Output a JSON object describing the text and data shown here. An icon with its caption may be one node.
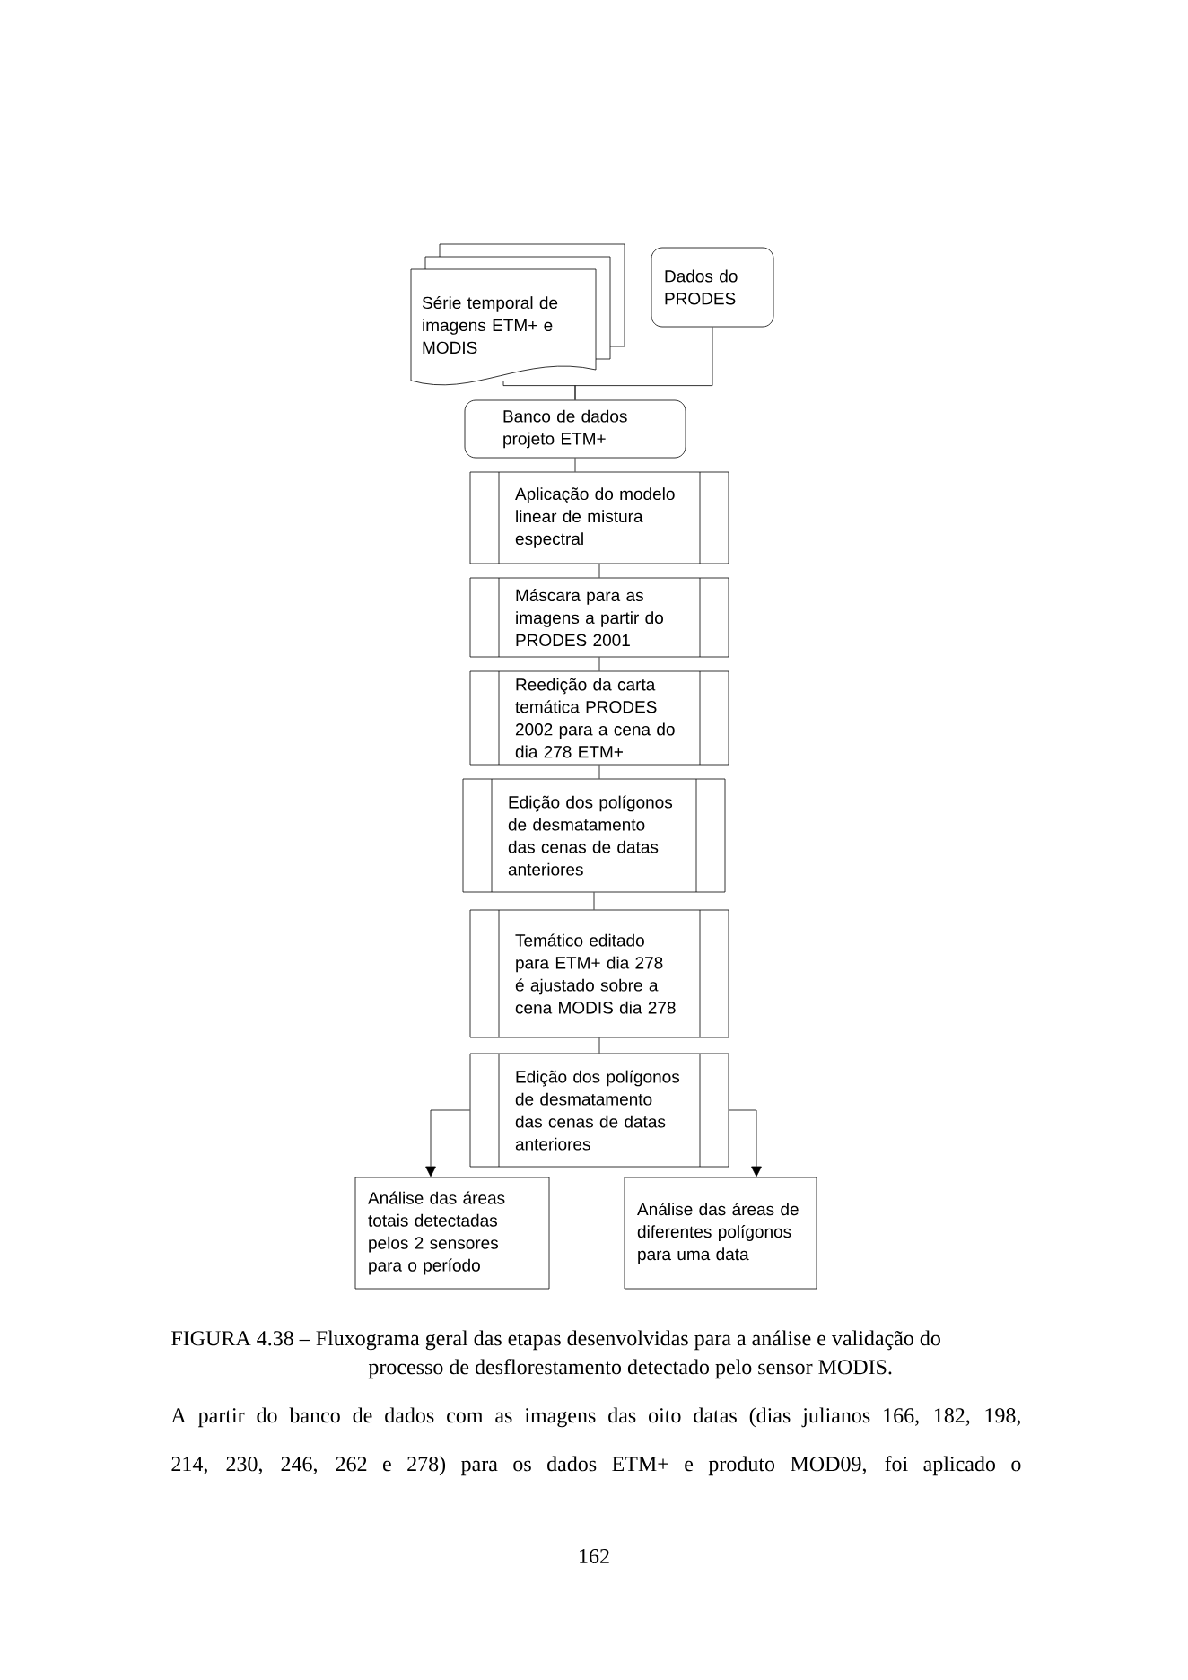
{
  "diagram": {
    "caption": "FIGURA 4.38 – Fluxograma geral das etapas desenvolvidas para a análise e validação do processo de desflorestamento detectado pelo sensor MODIS.",
    "nodes": [
      {
        "text": [
          "Série temporal de imagens ETM+ e MODIS"
        ]
      },
      {
        "text": [
          "Dados do PRODES"
        ]
      },
      {
        "text": [
          "Banco de dados projeto ETM+"
        ]
      },
      {
        "text": [
          "Aplicação do modelo linear de mistura espectral"
        ]
      },
      {
        "text": [
          "Máscara para as imagens a partir do PRODES 2001"
        ]
      },
      {
        "text": [
          "Reedição da carta temática PRODES 2002 para a cena do dia 278 ETM+"
        ]
      },
      {
        "text": [
          "Edição dos polígonos de desmatamento das cenas de datas anteriores"
        ]
      },
      {
        "text": [
          "Temático editado para ETM+ dia 278 é ajustado sobre a cena MODIS dia 278"
        ]
      },
      {
        "text": [
          "Edição dos polígonos de desmatamento das cenas de datas anteriores"
        ]
      },
      {
        "text": [
          "Análise das áreas totais detectadas pelos 2 sensores para o período"
        ]
      },
      {
        "text": [
          "Análise das áreas de diferentes polígonos para uma data"
        ]
      }
    ],
    "edges": [
      {
        "from": 0,
        "to": 2,
        "arrow": "none"
      },
      {
        "from": 1,
        "to": 2,
        "arrow": "none"
      },
      {
        "from": 2,
        "to": 3,
        "arrow": "none"
      },
      {
        "from": 3,
        "to": 4,
        "arrow": "none"
      },
      {
        "from": 4,
        "to": 5,
        "arrow": "none"
      },
      {
        "from": 5,
        "to": 6,
        "arrow": "none"
      },
      {
        "from": 6,
        "to": 7,
        "arrow": "none"
      },
      {
        "from": 7,
        "to": 8,
        "arrow": "none"
      },
      {
        "from": 8,
        "to": 9,
        "arrow": "to"
      },
      {
        "from": 8,
        "to": 10,
        "arrow": "to"
      }
    ],
    "labels": [
      "A partir do banco de dados com as imagens das oito datas (dias julianos 166, 182, 198, 214, 230, 246, 262 e 278) para os dados ETM+ e produto MOD09, foi aplicado o",
      "162"
    ]
  }
}
